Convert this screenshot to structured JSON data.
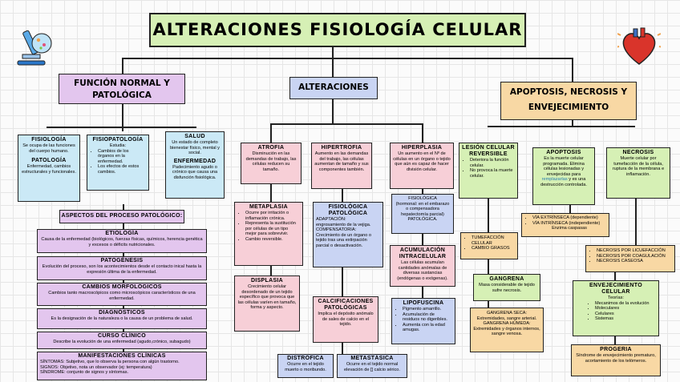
{
  "title": "ALTERACIONES FISIOLOGÍA CELULAR I",
  "sections": {
    "normal": "FUNCIÓN NORMAL Y PATOLÓGICA",
    "alteraciones": "ALTERACIONES",
    "apoptosis": "APOPTOSIS, NECROSIS Y ENVEJECIMIENTO"
  },
  "fisiologia": {
    "h1": "FISIOLOGÍA",
    "t1": "Se ocupa de las funciones del cuerpo humano.",
    "h2": "PATOLOGÍA",
    "t2": "Enfermedad, cambios estructurales y funcionales."
  },
  "fisiopatologia": {
    "h": "FISIOPATOLOGÍA",
    "intro": "Estudia:",
    "items": [
      "Cambios de los órganos en la enfermedad.",
      "Los efectos de estos cambios."
    ]
  },
  "salud": {
    "h1": "SALUD",
    "t1": "Un estado de completo bienestar físico, mental y social.",
    "h2": "ENFERMEDAD",
    "t2": "Padecimiento agudo o crónico que causa una disfunción fisiológica."
  },
  "aspectos": "ASPECTOS DEL PROCESO PATOLÓGICO:",
  "etiologia": {
    "h": "ETIOLOGÍA",
    "t": "Causa de la enfermedad (biológicos, fuerzas físicas, químicos, herencia genética y excesos o déficits nutricionales."
  },
  "patogenesis": {
    "h": "PATOGÉNESIS",
    "t": "Evolución del proceso, son los acontecimientos desde el contacto inical hasta la expresión última de la enfermedad."
  },
  "cambios": {
    "h": "CAMBIOS MORFOLÓGICOS",
    "t": "Cambios tanto macroscópicos como microscópicos característicos de una enfermedad."
  },
  "diagnosticos": {
    "h": "DIAGNÓSTICOS",
    "t": "Es la designación de la naturaleza o la causa de un problema de salud."
  },
  "curso": {
    "h": "CURSO CLÍNICO",
    "t": "Describe la evolución de una enfermedad (agudo,crónico, subagudo)"
  },
  "manifestaciones": {
    "h": "MANIFESTACIONES CLÍNICAS",
    "l1": "SÍNTOMAS: Subjetivo, que lo observa la persona con algún trastorno.",
    "l2": "SIGNOS: Objetivo, nota un observador (ej: temperatura)",
    "l3": "SÍNDROME: conjunto de signos y síntomas."
  },
  "atrofia": {
    "h": "ATROFIA",
    "t": "Disminución en las demandas de trabajo, las células reducen su tamaño."
  },
  "hipertrofia": {
    "h": "HIPERTROFIA",
    "t": "Aumento en las demandas del trabajo, las células aumentan de tamaño y sus componentes también."
  },
  "hiperplasia": {
    "h": "HIPERPLASIA",
    "t": "Un aumento en el Nº de células en un órgano o tejido que aún es capaz de hacer división celular."
  },
  "metaplasia": {
    "h": "METAPLASIA",
    "items": [
      "Ocurre por irritación o inflamación crónica.",
      "Representa la sustitución por células de un tipo mejor para sobrevivir.",
      "Cambio reversible."
    ]
  },
  "fisio_patologica": {
    "h": "FISIOLÓGICA PATOLÓGICA",
    "l1": "ADAPTACIÓN:",
    "l2": "engrosamiento de la vejiga.",
    "l3": "COMPENSATORIA:",
    "l4": "Crecimiento de un órgano o tejido tras una extirpación parcial o desactivación."
  },
  "hiper_detalle": {
    "l1": "FISIOLÓGICA",
    "l2": "(hormonal: en el embarazo o compensadora hepatectomía parcial)",
    "l3": "PATOLÓGICA."
  },
  "displasia": {
    "h": "DISPLASIA",
    "t": "Crecimiento celular desordenado de un tejido específico que provoca que las células varíen en tamaño, forma y aspecto."
  },
  "acumulacion": {
    "h": "ACUMULACIÓN INTRACELULAR",
    "t": "Las células acumulan cantidades anómalas de diversas sustancias (endógenas o exógenas)."
  },
  "lipofuscina": {
    "h": "LIPOFUSCINA",
    "items": [
      "Pigmento amarrillo.",
      "Acumulación de residuos no digeribles.",
      "Aumenta con la edad amugas."
    ]
  },
  "calcificaciones": {
    "h": "CALCIFICACIONES PATOLÓGICAS",
    "t": "Implica el depósito anómalo de sales de calcio en el tejido."
  },
  "distrofica": {
    "h": "DISTRÓFICA",
    "t": "Ocurre en el tejido muerto o moribundo."
  },
  "metastasica": {
    "h": "METASTÁSICA",
    "t": "Ocurre en el tejido normal elevación de [] calcio sérico."
  },
  "lesion": {
    "h": "LESIÓN CELULAR REVERSIBLE",
    "items": [
      "Deteriora la función celular.",
      "No provoca la muerte celular."
    ]
  },
  "tumefaccion": {
    "items": [
      "TUMEFACCIÓN CELULAR",
      "CAMBIO GRASOS"
    ]
  },
  "gangrena": {
    "h": "GANGRENA",
    "t": "Masa considerable de tejido sufre necrosis."
  },
  "gangrena_tipos": {
    "l1": "GANGRENA SECA:",
    "l2": "Extremidades, sangre arterial.",
    "l3": "GANGRENA HÚMEDA:",
    "l4": "Extremidades y órganos internos, sangre venosa."
  },
  "apoptosis": {
    "h": "APOPTOSIS",
    "t1": "Es la muerte celular programada. Elimina células lesionadas y envejecidas para",
    "t2": "remplazarlas",
    "t3": "y es una destrucción controlada."
  },
  "via": {
    "items": [
      "VÍA EXTRÍNSECA (dependiente)",
      "VÍA INTRÍNSECA (independiente)",
      "Enzima caspasas"
    ]
  },
  "necrosis": {
    "h": "NECROSIS",
    "t": "Muerte celular por tumefacción de la célula, ruptura de la membrana e inflamación."
  },
  "necrosis_tipos": {
    "items": [
      "NECROSIS POR LICUEFACCIÓN",
      "NECROSIS POR COAGULACIÓN",
      "NECROSIS CASEOSA"
    ]
  },
  "envejecimiento": {
    "h": "ENVEJECIMIENTO CELULAR",
    "intro": "Teorías:",
    "items": [
      "Mecanimos de la evolución",
      "Moleculares",
      "Celulares",
      "Sistemas"
    ]
  },
  "progeria": {
    "h": "PROGERIA",
    "t": "Síndrome de envejecimiento prematuro, acortamiento de los telómeros."
  },
  "colors": {
    "title_bg": "#d6f0b5",
    "purple": "#e3c6ee",
    "blue": "#c9d4f3",
    "pink": "#f7cfd7",
    "green": "#d6f0b5",
    "orange": "#f8d8a4",
    "sky": "#cbe9f6"
  },
  "icons": [
    "microscope-icon",
    "heart-icon"
  ]
}
